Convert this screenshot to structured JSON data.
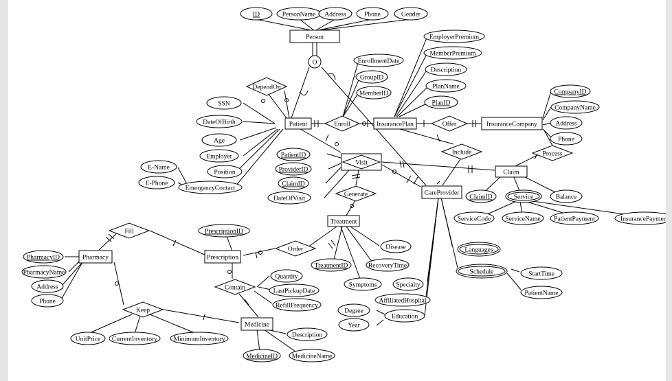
{
  "entities": [
    {
      "id": "person",
      "label": "Person"
    },
    {
      "id": "patient",
      "label": "Patient"
    },
    {
      "id": "insurance_plan",
      "label": "InsurancePlan"
    },
    {
      "id": "insurance_company",
      "label": "InsuranceCompany"
    },
    {
      "id": "visit",
      "label": "Visit",
      "weak": true
    },
    {
      "id": "claim",
      "label": "Claim"
    },
    {
      "id": "care_provider",
      "label": "CareProvider"
    },
    {
      "id": "treatment",
      "label": "Treatment"
    },
    {
      "id": "pharmacy",
      "label": "Pharmacy"
    },
    {
      "id": "prescription",
      "label": "Prescription"
    },
    {
      "id": "medicine",
      "label": "Medicine"
    }
  ],
  "relationships": [
    {
      "id": "depend_on",
      "label": "DependOn"
    },
    {
      "id": "enroll",
      "label": "Enroll"
    },
    {
      "id": "offer",
      "label": "Offer"
    },
    {
      "id": "include",
      "label": "Include"
    },
    {
      "id": "process",
      "label": "Process"
    },
    {
      "id": "generate",
      "label": "Generate"
    },
    {
      "id": "fill",
      "label": "Fill"
    },
    {
      "id": "order",
      "label": "Order"
    },
    {
      "id": "contain",
      "label": "Contain"
    },
    {
      "id": "keep",
      "label": "Keep"
    }
  ],
  "attributes": [
    {
      "id": "id",
      "label": "ID",
      "key": true
    },
    {
      "id": "person_name",
      "label": "PersonName"
    },
    {
      "id": "address_p",
      "label": "Address"
    },
    {
      "id": "phone_p",
      "label": "Phone"
    },
    {
      "id": "gender",
      "label": "Gender"
    },
    {
      "id": "employer_premium",
      "label": "EmployerPremium"
    },
    {
      "id": "member_premium",
      "label": "MemberPremium"
    },
    {
      "id": "description_ip",
      "label": "Description"
    },
    {
      "id": "plan_name",
      "label": "PlanName"
    },
    {
      "id": "plan_id",
      "label": "PlanID",
      "key": true
    },
    {
      "id": "enrollment_date",
      "label": "EnrollmentDate"
    },
    {
      "id": "group_id",
      "label": "GroupID"
    },
    {
      "id": "member_id",
      "label": "MemberID"
    },
    {
      "id": "company_id",
      "label": "CompanyID",
      "key": true
    },
    {
      "id": "company_name",
      "label": "CompanyName"
    },
    {
      "id": "address_ic",
      "label": "Address"
    },
    {
      "id": "phone_ic",
      "label": "Phone"
    },
    {
      "id": "ssn",
      "label": "SSN"
    },
    {
      "id": "date_of_birth",
      "label": "DateOfBirth"
    },
    {
      "id": "age",
      "label": "Age"
    },
    {
      "id": "employer",
      "label": "Employer"
    },
    {
      "id": "position",
      "label": "Position"
    },
    {
      "id": "emergency_contact",
      "label": "EmergencyContact"
    },
    {
      "id": "e_name",
      "label": "E-Name"
    },
    {
      "id": "e_phone",
      "label": "E-Phone"
    },
    {
      "id": "patient_id",
      "label": "PatientID",
      "key": true
    },
    {
      "id": "provider_id",
      "label": "ProviderID",
      "key": true
    },
    {
      "id": "claim_id_v",
      "label": "ClaimID",
      "key": true
    },
    {
      "id": "date_of_visit",
      "label": "DateOfVisit"
    },
    {
      "id": "claim_id_c",
      "label": "ClaimID",
      "key": true
    },
    {
      "id": "service",
      "label": "Service",
      "multivalued": true
    },
    {
      "id": "balance",
      "label": "Balance"
    },
    {
      "id": "service_code",
      "label": "ServiceCode"
    },
    {
      "id": "service_name",
      "label": "ServiceName"
    },
    {
      "id": "patient_payment",
      "label": "PatientPayment"
    },
    {
      "id": "insurance_payment",
      "label": "InsurancePayment"
    },
    {
      "id": "languages",
      "label": "Languages",
      "multivalued": true
    },
    {
      "id": "schedule",
      "label": "Schedule",
      "multivalued": true
    },
    {
      "id": "start_time",
      "label": "StartTime"
    },
    {
      "id": "patient_name",
      "label": "PatientName"
    },
    {
      "id": "specialty",
      "label": "Specialty"
    },
    {
      "id": "affiliated_hospital",
      "label": "AffiliatedHospital"
    },
    {
      "id": "education",
      "label": "Education"
    },
    {
      "id": "degree",
      "label": "Degree"
    },
    {
      "id": "year",
      "label": "Year"
    },
    {
      "id": "disease",
      "label": "Disease"
    },
    {
      "id": "recovery_time",
      "label": "RecoveryTime"
    },
    {
      "id": "treatment_id",
      "label": "TreatmentID",
      "key": true
    },
    {
      "id": "symptoms",
      "label": "Symptoms"
    },
    {
      "id": "prescription_id",
      "label": "PrescriptionID",
      "key": true
    },
    {
      "id": "quantity",
      "label": "Quantity"
    },
    {
      "id": "last_pickup_date",
      "label": "LastPickupDate"
    },
    {
      "id": "refill_frequency",
      "label": "RefillFrequency"
    },
    {
      "id": "pharmacy_id",
      "label": "PharmacyID",
      "key": true
    },
    {
      "id": "pharmacy_name",
      "label": "PharmacyName"
    },
    {
      "id": "address_ph",
      "label": "Address"
    },
    {
      "id": "phone_ph",
      "label": "Phone"
    },
    {
      "id": "unit_price",
      "label": "UnitPrice"
    },
    {
      "id": "current_inventory",
      "label": "CurrentInventory"
    },
    {
      "id": "minimum_inventory",
      "label": "MinimumInventory"
    },
    {
      "id": "description_m",
      "label": "Description"
    },
    {
      "id": "medicine_id",
      "label": "MedicineID",
      "key": true
    },
    {
      "id": "medicine_name",
      "label": "MedicineName"
    }
  ],
  "specialization": {
    "id": "overlap",
    "label": "O"
  }
}
